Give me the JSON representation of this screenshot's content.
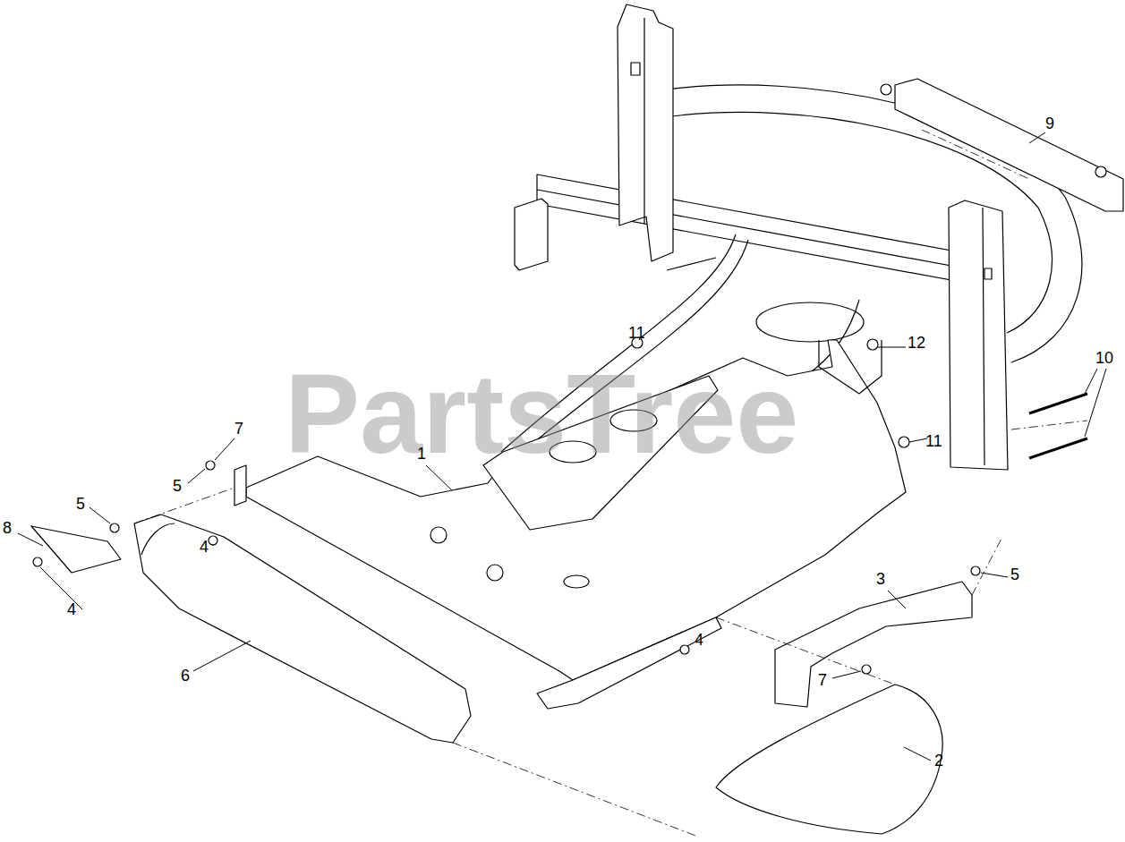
{
  "diagram": {
    "labels": [
      "9",
      "11",
      "12",
      "10",
      "PartsTree",
      "7",
      "1",
      "5",
      "11",
      "5",
      "8",
      "4",
      "3",
      "5",
      "4",
      "4",
      "6",
      "7",
      "2"
    ]
  }
}
